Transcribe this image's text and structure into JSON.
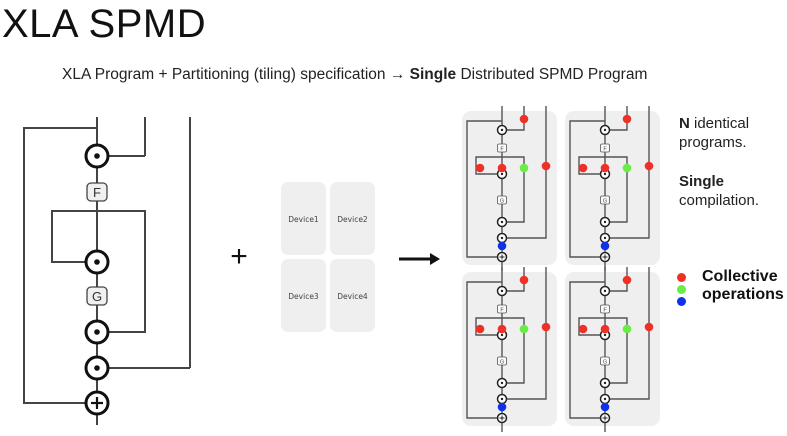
{
  "title": "XLA SPMD",
  "subtitle": {
    "part1": "XLA Program + Partitioning (tiling) specification ",
    "arrow": "→",
    "bold": "Single",
    "part2": " Distributed SPMD Program"
  },
  "program": {
    "ops": [
      "F",
      "G"
    ],
    "node_types": [
      "multiply",
      "multiply",
      "multiply",
      "multiply",
      "add"
    ]
  },
  "operators": {
    "plus": "+",
    "arrow": "→"
  },
  "devices": [
    "Device1",
    "Device2",
    "Device3",
    "Device4"
  ],
  "partitioned_programs": {
    "count": 4
  },
  "notes": [
    {
      "bold": "N",
      "text": " identical programs."
    },
    {
      "bold": "Single",
      "text": " compilation."
    }
  ],
  "legend": {
    "label_line1": "Collective",
    "label_line2": "operations",
    "colors": [
      "#ee3124",
      "#66ee44",
      "#1030ee"
    ]
  },
  "colors": {
    "line": "#555555",
    "tile_bg": "#efefef",
    "collective_red": "#ee3124",
    "collective_green": "#66ee44",
    "collective_blue": "#1030ee"
  }
}
